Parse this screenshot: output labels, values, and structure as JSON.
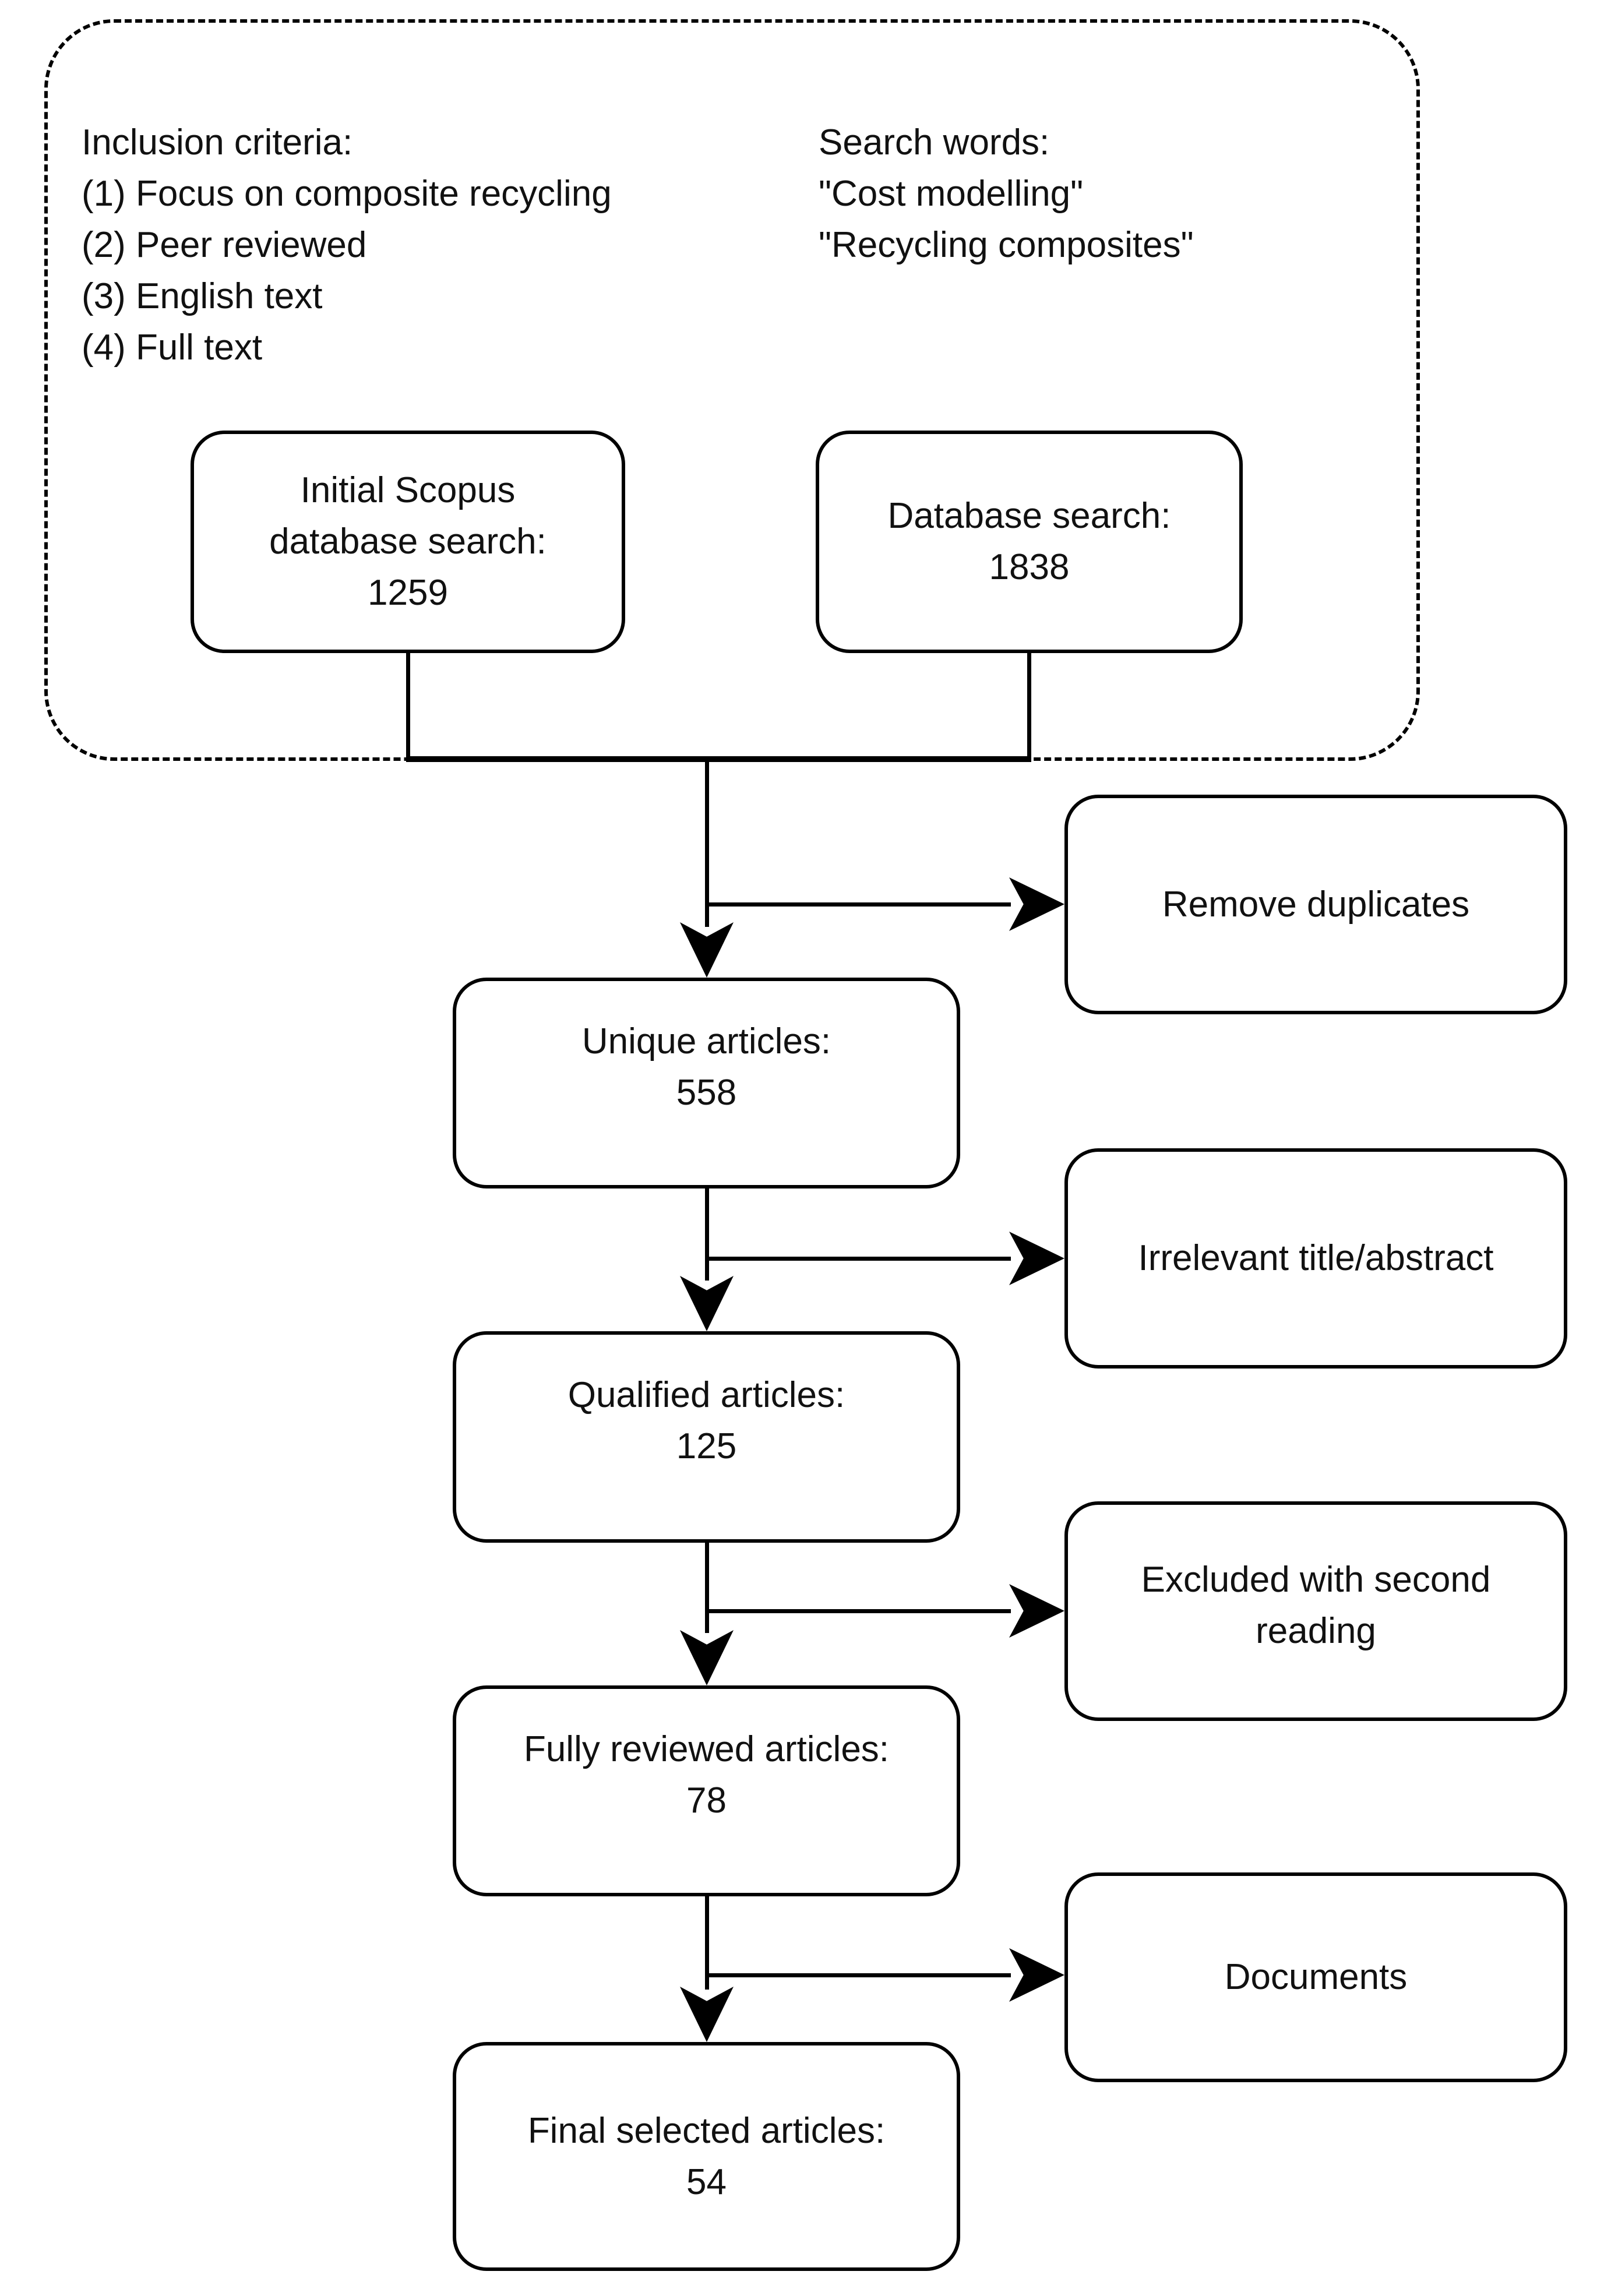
{
  "colors": {
    "stroke": "#000000",
    "text": "#111111",
    "background": "#ffffff"
  },
  "flow": {
    "criteria": {
      "title": "Inclusion criteria:",
      "items": [
        "(1) Focus on composite recycling",
        "(2) Peer reviewed",
        "(3) English text",
        "(4) Full text"
      ]
    },
    "search_words": {
      "title": "Search words:",
      "items": [
        "\"Cost modelling\"",
        "\"Recycling composites\""
      ]
    },
    "nodes": {
      "initial_scopus": {
        "label": "Initial Scopus database search:",
        "value": "1259"
      },
      "database_search": {
        "label": "Database search:",
        "value": "1838"
      },
      "remove_duplicates": {
        "label": "Remove duplicates"
      },
      "unique_articles": {
        "label": "Unique articles:",
        "value": "558"
      },
      "irrelevant": {
        "label": "Irrelevant title/abstract"
      },
      "qualified_articles": {
        "label": "Qualified articles:",
        "value": "125"
      },
      "excluded_second_reading": {
        "label": "Excluded with second reading"
      },
      "fully_reviewed": {
        "label": "Fully reviewed articles:",
        "value": "78"
      },
      "documents": {
        "label": "Documents"
      },
      "final_selected": {
        "label": "Final selected articles:",
        "value": "54"
      }
    }
  }
}
